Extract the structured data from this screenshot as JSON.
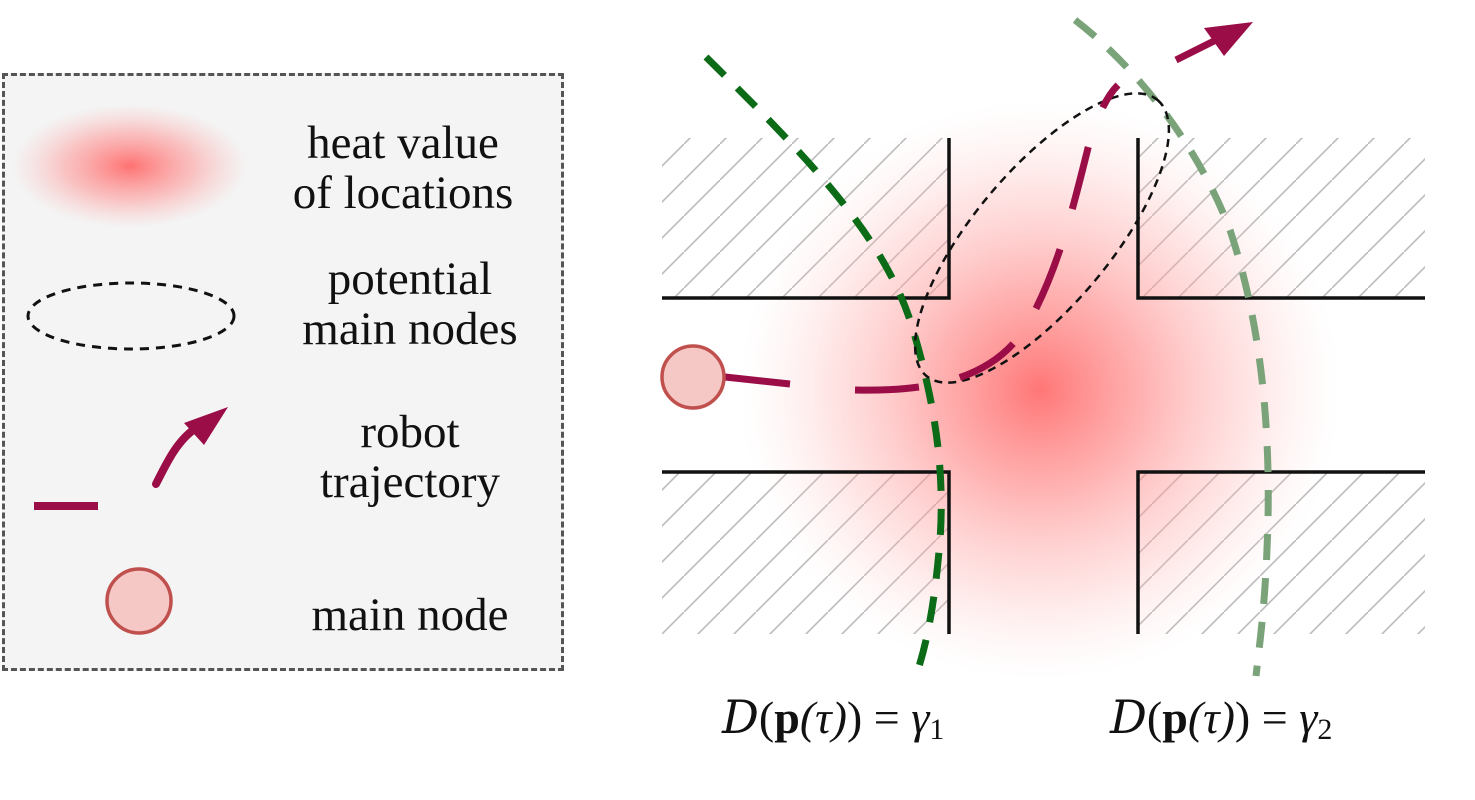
{
  "legend": {
    "items": [
      {
        "key": "heat",
        "line1": "heat value",
        "line2": "of locations"
      },
      {
        "key": "nodes",
        "line1": "potential",
        "line2": "main nodes"
      },
      {
        "key": "trajectory",
        "line1": "robot",
        "line2": "trajectory"
      },
      {
        "key": "main_node",
        "line1": "main node",
        "line2": ""
      }
    ]
  },
  "labels": {
    "gamma1": {
      "calligraphic": "D",
      "open": "(",
      "bold_p": "p",
      "tau": "(τ)",
      "close": ") = ",
      "gamma": "γ",
      "sub": "1"
    },
    "gamma2": {
      "calligraphic": "D",
      "open": "(",
      "bold_p": "p",
      "tau": "(τ)",
      "close": ") = ",
      "gamma": "γ",
      "sub": "2"
    }
  },
  "colors": {
    "trajectory": "#9b0d47",
    "heat": "#ff6b6b",
    "node_fill": "#f5c8c6",
    "node_stroke": "#c0504d",
    "gamma1_curve": "#0b6b16",
    "gamma2_curve": "#7aa37a",
    "walls": "#111111",
    "hatch": "#bbbbbb",
    "legend_bg": "#f4f4f4",
    "legend_border": "#555555"
  }
}
